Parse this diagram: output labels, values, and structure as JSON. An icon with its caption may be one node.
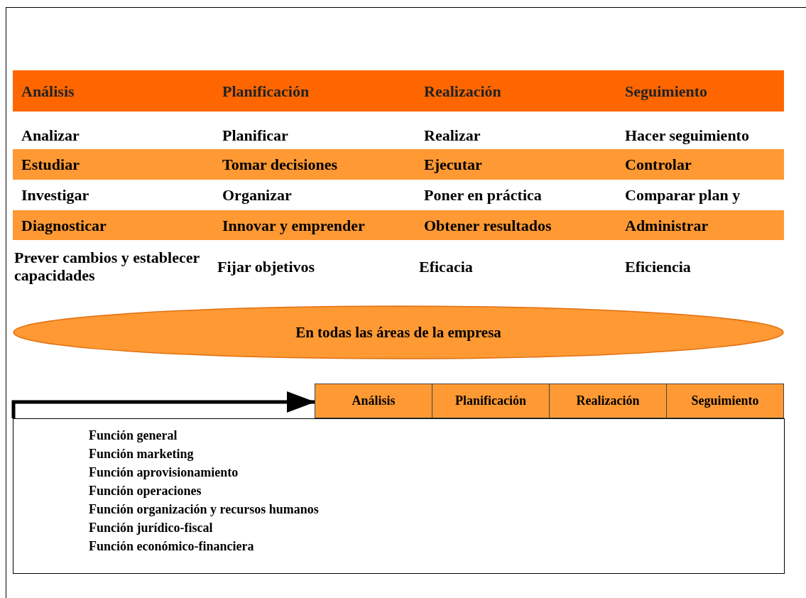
{
  "diagram": {
    "nodes": [
      {
        "text": [
          "En todas las áreas de la empresa"
        ]
      },
      {
        "text": [
          "Análisis"
        ]
      },
      {
        "text": [
          "Planificación"
        ]
      },
      {
        "text": [
          "Realización"
        ]
      },
      {
        "text": [
          "Seguimiento"
        ]
      },
      {
        "text": [
          "Función general",
          "Función marketing",
          "Función aprovisionamiento",
          "Función operaciones",
          "Función organización y recursos humanos",
          "Función jurídico-fiscal",
          "Función económico-financiera"
        ]
      }
    ],
    "edges": [
      {
        "from": 5,
        "to": 1,
        "arrow": "to"
      }
    ],
    "labels": [
      "Análisis",
      "Planificación",
      "Realización",
      "Seguimiento",
      "Analizar",
      "Planificar",
      "Realizar",
      "Hacer seguimiento",
      "Estudiar",
      "Tomar decisiones",
      "Ejecutar",
      "Controlar",
      "Investigar",
      "Organizar",
      "Poner en práctica",
      "Comparar plan y",
      "Diagnosticar",
      "Innovar y emprender",
      "Obtener resultados",
      "Administrar",
      "Prever cambios y establecer capacidades",
      "Fijar objetivos",
      "Eficacia",
      "Eficiencia"
    ]
  }
}
